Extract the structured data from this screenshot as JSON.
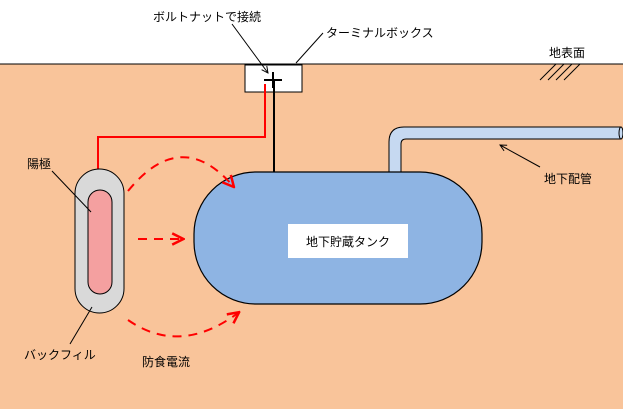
{
  "labels": {
    "bolt_nut": "ボルトナットで接続",
    "terminal_box": "ターミナルボックス",
    "ground_surface": "地表面",
    "anode": "陽極",
    "underground_pipe": "地下配管",
    "underground_tank": "地下貯蔵タンク",
    "backfill": "バックフィル",
    "protective_current": "防食電流"
  },
  "colors": {
    "soil": "#f9c49a",
    "tank_fill": "#8eb4e3",
    "anode_fill": "#f4a0a0",
    "backfill_fill": "#d9d9d9",
    "pipe_fill": "#c6d9f1",
    "wire": "#ff0000",
    "current_arrow": "#ff0000"
  }
}
